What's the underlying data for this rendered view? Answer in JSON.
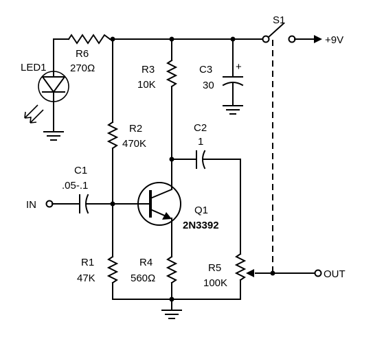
{
  "components": {
    "led": {
      "ref": "LED1"
    },
    "r6": {
      "ref": "R6",
      "value": "270Ω"
    },
    "r3": {
      "ref": "R3",
      "value": "10K"
    },
    "c3": {
      "ref": "C3",
      "value": "30",
      "polarity": "+"
    },
    "s1": {
      "ref": "S1"
    },
    "supply": {
      "label": "+9V"
    },
    "r2": {
      "ref": "R2",
      "value": "470K"
    },
    "c2": {
      "ref": "C2",
      "value": "1"
    },
    "c1": {
      "ref": "C1",
      "value": ".05-.1"
    },
    "input": {
      "label": "IN"
    },
    "q1": {
      "ref": "Q1",
      "value": "2N3392"
    },
    "r1": {
      "ref": "R1",
      "value": "47K"
    },
    "r4": {
      "ref": "R4",
      "value": "560Ω"
    },
    "r5": {
      "ref": "R5",
      "value": "100K"
    },
    "output": {
      "label": "OUT"
    }
  }
}
